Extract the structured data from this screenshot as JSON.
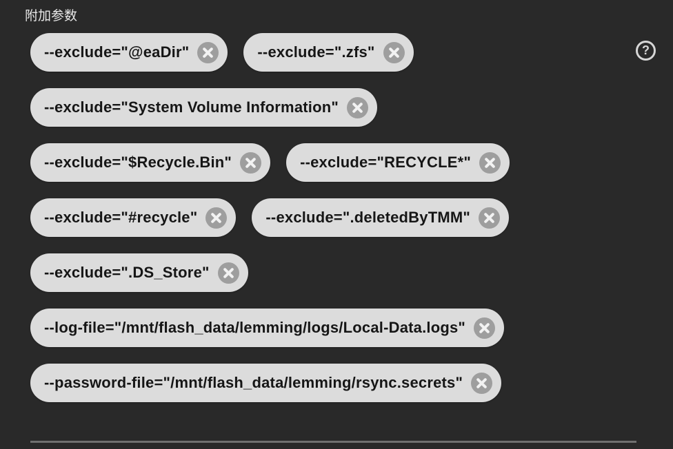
{
  "section": {
    "label": "附加参数"
  },
  "help": {
    "glyph": "?",
    "icon": "help-circle-icon"
  },
  "icons": {
    "chip_remove": "close-icon"
  },
  "colors": {
    "background": "#292929",
    "chip_bg": "#dcdcdc",
    "chip_text": "#161616",
    "close_bg": "#9e9e9e",
    "close_x": "#f2f2f2",
    "divider": "#707070",
    "label_text": "#e8e8e8",
    "help": "#d6d6d6"
  },
  "rows": [
    {
      "chips": [
        {
          "label": "--exclude=\"@eaDir\""
        },
        {
          "label": "--exclude=\".zfs\""
        }
      ]
    },
    {
      "chips": [
        {
          "label": "--exclude=\"System Volume Information\""
        }
      ]
    },
    {
      "chips": [
        {
          "label": "--exclude=\"$Recycle.Bin\""
        },
        {
          "label": "--exclude=\"RECYCLE*\""
        }
      ]
    },
    {
      "chips": [
        {
          "label": "--exclude=\"#recycle\""
        },
        {
          "label": "--exclude=\".deletedByTMM\""
        }
      ]
    },
    {
      "chips": [
        {
          "label": "--exclude=\".DS_Store\""
        }
      ]
    },
    {
      "chips": [
        {
          "label": "--log-file=\"/mnt/flash_data/lemming/logs/Local-Data.logs\""
        }
      ]
    },
    {
      "chips": [
        {
          "label": "--password-file=\"/mnt/flash_data/lemming/rsync.secrets\""
        }
      ]
    }
  ]
}
